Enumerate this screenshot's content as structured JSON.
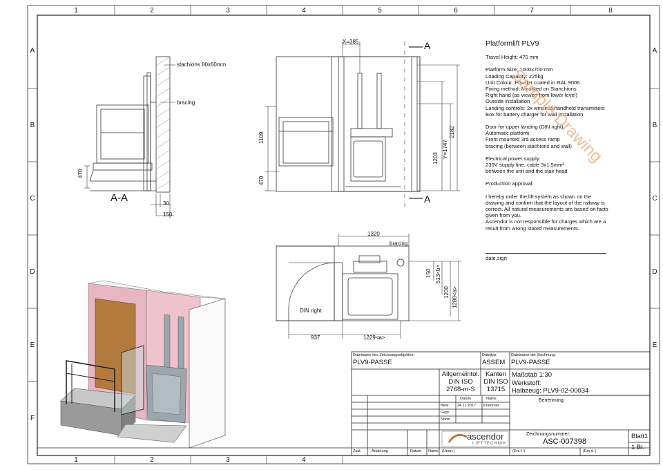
{
  "grid": {
    "columns": [
      "1",
      "2",
      "3",
      "4",
      "5",
      "6",
      "7",
      "8"
    ],
    "rows": [
      "A",
      "B",
      "C",
      "D",
      "E",
      "F"
    ]
  },
  "watermark": "Sample Drawing",
  "notes": {
    "title": "Platformlift PLV9",
    "lines": [
      "Travel Height: 470 mm",
      "",
      "Platform Size: 1000x700 mm",
      "Loading Capacity: 225kg",
      "Unit Colour: Powder coated in RAL 9006",
      "Fixing method: Mounted on Stanchions",
      "Right hand (as viewed from lower level)",
      "Outside installation",
      "Landing controls: 2x wireless handheld transmitters",
      "Box for battery charger for wall installation",
      "",
      "Door for upper landing (DIN right)",
      "Automatic platform",
      "Front mounted 3rd access ramp",
      "bracing (between stachions and wall)",
      "",
      "Electrical power supply:",
      "230V supply line, cable 3x1,5mm²",
      "between the unit and the stair head",
      "",
      "Production approval:",
      "",
      "I hereby order the lift system as shown on the",
      "drawing and confirm that the layout of the railway is",
      "correct. All natural measurements are based on facts",
      "given from you.",
      "Ascendor is not responsible for charges which are a",
      "result from wrong stated measurements."
    ],
    "sign_label": "date,sign"
  },
  "section_view": {
    "label": "A-A",
    "stanchions": "stachions 80x60mm",
    "bracing": "bracing",
    "dim_470": "470",
    "dim_30": "30",
    "dim_150": "150"
  },
  "front_view": {
    "x_dim": "X=385",
    "section_marker": "A",
    "dim_1109": "1109",
    "dim_470": "470",
    "dim_1203": "1203",
    "dim_y": "Y=1747",
    "dim_2182": "2182"
  },
  "plan_view": {
    "dim_1320": "1320",
    "bracing": "bracing",
    "door": "DIN right",
    "dim_937": "937",
    "dim_1229": "1229<a>",
    "dim_150": "150",
    "dim_513": "513<b>",
    "dim_1200": "1200",
    "dim_1280": "1280<a>"
  },
  "title_block": {
    "object_name_label": "Dateiname des Zeichnungsobjektes:",
    "object_name": "PLV9-PASSE",
    "filetype_label": "Dateityp:",
    "filetype": "ASSEM",
    "drawing_name_label": "Dateiname der Zeichnung:",
    "drawing_name": "PLV9-PASSE",
    "general_tol": [
      "Allgemeintol.",
      "DIN ISO",
      "2768-m-S"
    ],
    "edges": [
      "Kanten",
      "DIN ISO",
      "13715"
    ],
    "scale": "Maßstab 1:30",
    "material_label": "Werkstoff:",
    "semi_finished": "Halbzeug: PLV9-02-00034",
    "designation_label": "Benennung:",
    "date_header": "Datum",
    "name_header": "Name",
    "bear_label": "Bear.",
    "bear_date": "24.11.2017",
    "bear_name": "Krammer",
    "gepr_label": "Gepr.",
    "norm_label": "Norm",
    "logo_name": "ascendor",
    "logo_sub": "LIFTTECHNIK",
    "drawing_number_label": "Zeichnungsnummer:",
    "drawing_number": "ASC-007398",
    "sheet": "Blatt1",
    "sheets": "1 Bl.",
    "zust": "Zust.",
    "aenderung": "Änderung",
    "datum": "Datum",
    "name": "Name",
    "ursp": "(Urspr.)",
    "ers_f": "(Ers.f.:)",
    "ers_d": "(Ers.d.:)"
  }
}
